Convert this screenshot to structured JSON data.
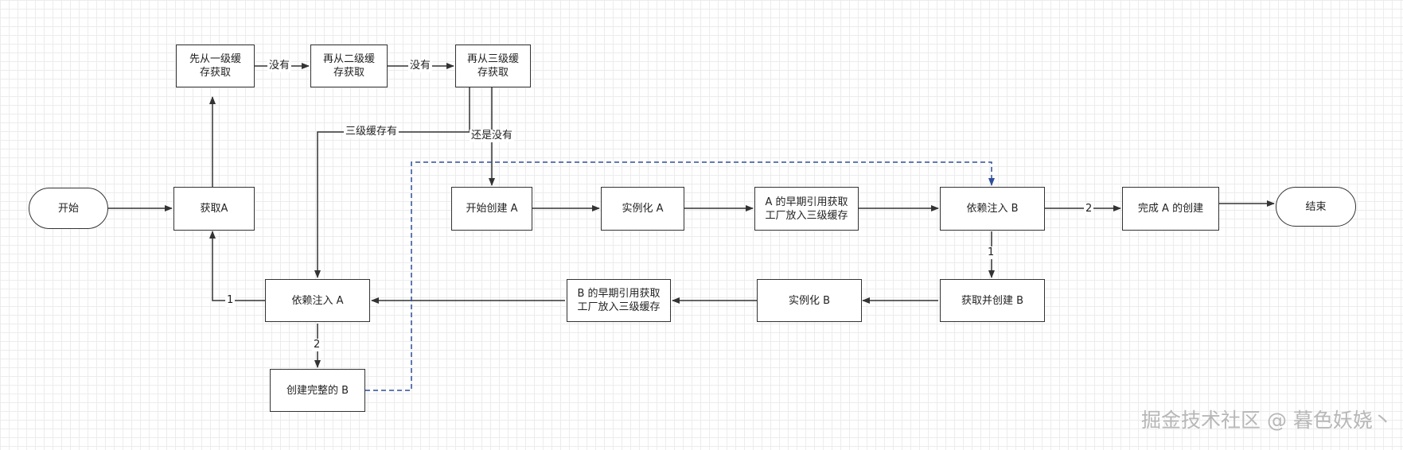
{
  "diagram": {
    "nodes": {
      "start": "开始",
      "get_a": "获取A",
      "cache_l1": "先从一级缓\n存获取",
      "cache_l2": "再从二级缓\n存获取",
      "cache_l3": "再从三级缓\n存获取",
      "create_a": "开始创建 A",
      "instantiate_a": "实例化 A",
      "a_early_ref": "A 的早期引用获取\n工厂放入三级缓存",
      "inject_b": "依赖注入 B",
      "finish_a": "完成 A 的创建",
      "end": "结束",
      "get_create_b": "获取并创建 B",
      "instantiate_b": "实例化 B",
      "b_early_ref": "B 的早期引用获取\n工厂放入三级缓存",
      "inject_a": "依赖注入 A",
      "complete_b": "创建完整的 B"
    },
    "edge_labels": {
      "l1_to_l2": "没有",
      "l2_to_l3": "没有",
      "l3_hit": "三级缓存有",
      "l3_miss": "还是没有",
      "inject_b_next": "2",
      "inject_b_first": "1",
      "inject_a_back": "1",
      "inject_a_next": "2"
    }
  },
  "watermark": "掘金技术社区 @ 暮色妖娆丶",
  "colors": {
    "line": "#333333",
    "dashed_line": "#2f4f99",
    "grid": "#ececec",
    "watermark": "#b7b7b7"
  }
}
